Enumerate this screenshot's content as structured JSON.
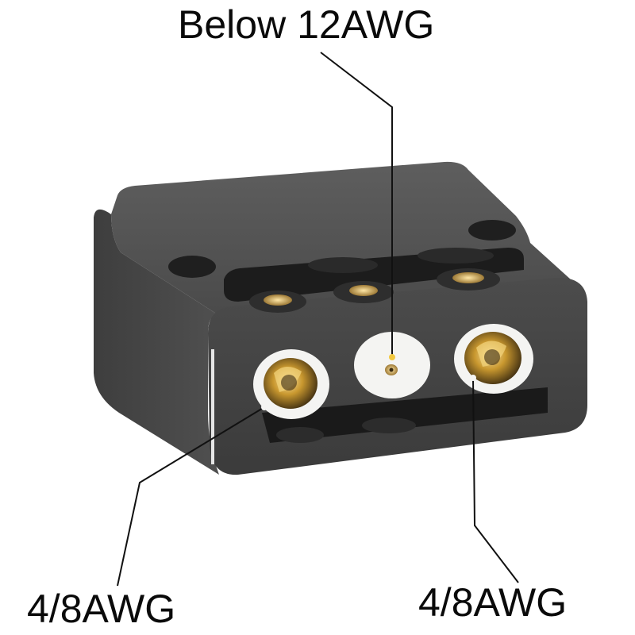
{
  "labels": {
    "top": "Below 12AWG",
    "left": "4/8AWG",
    "right": "4/8AWG"
  },
  "colors": {
    "background": "#ffffff",
    "housing": "#4a4a4a",
    "housing_top": "#555555",
    "insert": "#f4f4f2",
    "brass": "#c9a14a",
    "leader_line": "#111111"
  }
}
